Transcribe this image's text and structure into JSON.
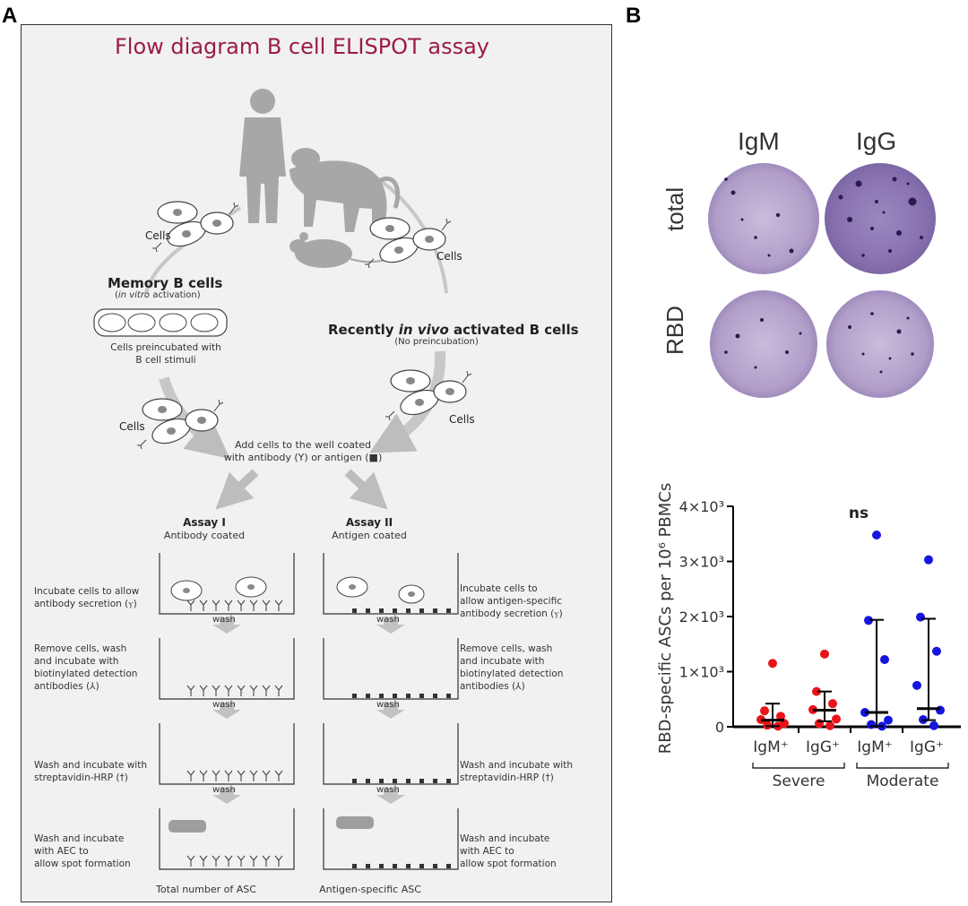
{
  "panels": {
    "a": "A",
    "b": "B"
  },
  "panel_a": {
    "title": "Flow diagram B cell ELISPOT assay",
    "cells_label": "Cells",
    "memory": {
      "title": "Memory B cells",
      "sub_italic": "in vitro",
      "sub_rest": " activation",
      "note_line1": "Cells preincubated with",
      "note_line2": "B cell stimuli"
    },
    "recent": {
      "title_pre": "Recently ",
      "title_italic": "in vivo",
      "title_post": " activated B cells",
      "sub": "(No preincubation)"
    },
    "add": {
      "line1": "Add cells to the well coated",
      "line2_pre": "with antibody (",
      "line2_mid": ") or antigen (",
      "line2_post": ")"
    },
    "assay1": {
      "title": "Assay I",
      "sub": "Antibody coated",
      "footer": "Total number of ASC"
    },
    "assay2": {
      "title": "Assay II",
      "sub": "Antigen coated",
      "footer": "Antigen-specific ASC"
    },
    "wash": "wash",
    "steps_left": [
      [
        "Incubate cells to allow",
        "antibody secretion (ⲩ)"
      ],
      [
        "Remove cells, wash",
        "and incubate with",
        "biotinylated detection",
        "antibodies (⅄)"
      ],
      [
        "Wash and incubate with",
        "streptavidin-HRP (†)"
      ],
      [
        "Wash and incubate",
        "with AEC to",
        "allow spot formation"
      ]
    ],
    "steps_right": [
      [
        "Incubate cells to",
        "allow antigen-specific",
        "antibody secretion (ⲩ)"
      ],
      [
        "Remove cells, wash",
        "and incubate with",
        "biotinylated detection",
        "antibodies (⅄)"
      ],
      [
        "Wash and incubate with",
        "streptavidin-HRP (†)"
      ],
      [
        "Wash and incubate",
        "with AEC to",
        "allow spot formation"
      ]
    ],
    "colors": {
      "title": "#9b1b4a",
      "frame_bg": "#f1f1f1",
      "silhouette": "#a7a7a7",
      "arrow": "#bdbdbd"
    }
  },
  "panel_b": {
    "col_labels": [
      "IgM",
      "IgG"
    ],
    "row_labels": [
      "total",
      "RBD"
    ],
    "well_color": "#b4a2cc",
    "chart_data": {
      "type": "scatter",
      "ylabel": "RBD-specific ASCs per 10⁶ PBMCs",
      "ylim": [
        0,
        4000
      ],
      "yticks": [
        {
          "value": 0,
          "label": "0"
        },
        {
          "value": 1000,
          "label": "1×10³"
        },
        {
          "value": 2000,
          "label": "2×10³"
        },
        {
          "value": 3000,
          "label": "3×10³"
        },
        {
          "value": 4000,
          "label": "4×10³"
        }
      ],
      "categories": [
        "IgM⁺",
        "IgG⁺",
        "IgM⁺",
        "IgG⁺"
      ],
      "groups": [
        {
          "name": "Severe",
          "categories": [
            0,
            1
          ]
        },
        {
          "name": "Moderate",
          "categories": [
            2,
            3
          ]
        }
      ],
      "annotation": "ns",
      "series": [
        {
          "category": 0,
          "color": "#e8141a",
          "median": 120,
          "q1": 10,
          "q3": 420,
          "values": [
            1150,
            290,
            190,
            130,
            60,
            30,
            10
          ]
        },
        {
          "category": 1,
          "color": "#e8141a",
          "median": 300,
          "q1": 100,
          "q3": 640,
          "values": [
            1320,
            640,
            420,
            310,
            140,
            60,
            20
          ]
        },
        {
          "category": 2,
          "color": "#1515e0",
          "median": 260,
          "q1": 10,
          "q3": 1940,
          "values": [
            3480,
            1930,
            1220,
            260,
            120,
            40,
            10
          ]
        },
        {
          "category": 3,
          "color": "#1515e0",
          "median": 330,
          "q1": 120,
          "q3": 1960,
          "values": [
            3030,
            1990,
            1370,
            750,
            300,
            130,
            20
          ]
        }
      ]
    }
  }
}
